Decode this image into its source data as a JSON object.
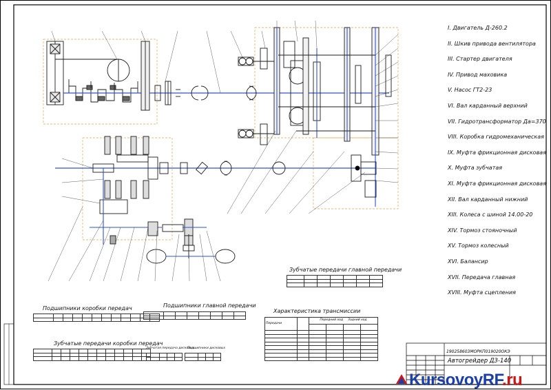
{
  "legend": [
    "I. Двигатель Д-260.2",
    "II. Шкив привода вентилятора",
    "III. Стартер двигателя",
    "IV. Привод маховика",
    "V. Насос ГТ2-23",
    "VI. Вал карданный верхний",
    "VII. Гидротрансформатор Да=370",
    "VIII. Коробка гидромеханическая",
    "IX. Муфта фрикционная дисковая",
    "X. Муфта зубчатая",
    "XI. Муфта фрикционная дисковая",
    "XII. Вал карданный нижний",
    "XIII. Колеса с шиной 14.00-20",
    "XIV. Тормоз стояночный",
    "XV. Тормоз колесный",
    "XVI. Балансир",
    "XVII. Передача главная",
    "XVIII. Муфта сцепления"
  ],
  "tables": {
    "main_gears_title": "Зубчатые передачи главной передачи",
    "gearbox_bearings_title": "Подшипники коробки передач",
    "main_bearings_title": "Подшипники главной передачи",
    "transmission_title": "Характеристика трансмиссии",
    "gearbox_gears_title": "Зубчатые передачи коробки передач",
    "transmission_col_header": "Передачи",
    "transmission_sub1": "Передний ход",
    "transmission_sub2": "Задний ход",
    "small_left_label": "Зубчатая передача дисковых",
    "small_right_label": "Подшипники дисковых"
  },
  "stamp": {
    "code": "190258603МОРКП019020ОКЭ",
    "name": "Автогрейдер ДЗ-140"
  },
  "watermark": {
    "brand": "KursovoyRF",
    "tld": ".ru"
  }
}
